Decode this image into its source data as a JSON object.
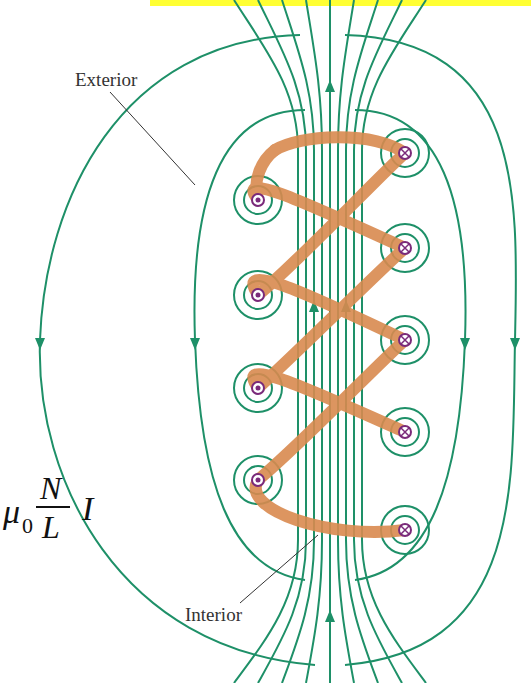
{
  "diagram": {
    "labels": [
      "Exterior",
      "Interior",
      "μ",
      "0",
      "N",
      "L",
      "I"
    ]
  }
}
